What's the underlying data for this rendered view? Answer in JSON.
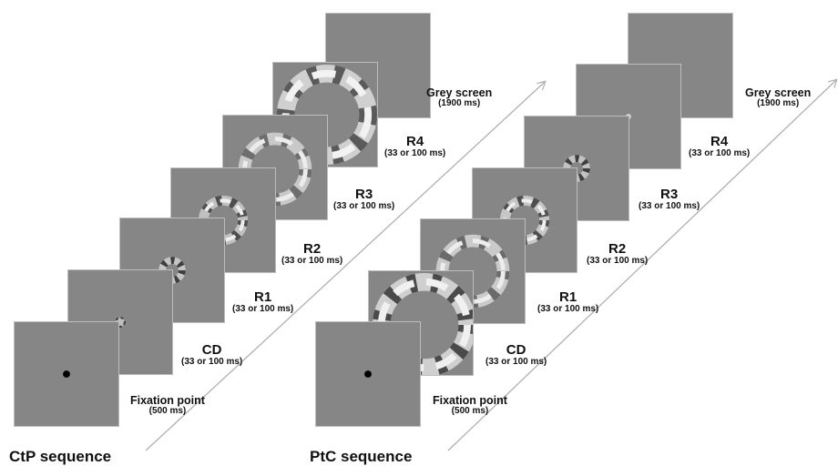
{
  "sequences": [
    {
      "title": "CtP sequence",
      "steps": [
        {
          "name": "Fixation point",
          "duration": "(500 ms)"
        },
        {
          "name": "CD",
          "duration": "(33 or 100 ms)"
        },
        {
          "name": "R1",
          "duration": "(33 or 100 ms)"
        },
        {
          "name": "R2",
          "duration": "(33 or 100 ms)"
        },
        {
          "name": "R3",
          "duration": "(33 or 100 ms)"
        },
        {
          "name": "R4",
          "duration": "(33 or 100 ms)"
        },
        {
          "name": "Grey screen",
          "duration": "(1900 ms)"
        }
      ]
    },
    {
      "title": "PtC sequence",
      "steps": [
        {
          "name": "Fixation point",
          "duration": "(500 ms)"
        },
        {
          "name": "CD",
          "duration": "(33 or 100 ms)"
        },
        {
          "name": "R1",
          "duration": "(33 or 100 ms)"
        },
        {
          "name": "R2",
          "duration": "(33 or 100 ms)"
        },
        {
          "name": "R3",
          "duration": "(33 or 100 ms)"
        },
        {
          "name": "R4",
          "duration": "(33 or 100 ms)"
        },
        {
          "name": "Grey screen",
          "duration": "(1900 ms)"
        }
      ]
    }
  ],
  "colors": {
    "screen": "#868686",
    "fixation_dot": "#000000",
    "time_arrow": "#b0b0b0"
  }
}
